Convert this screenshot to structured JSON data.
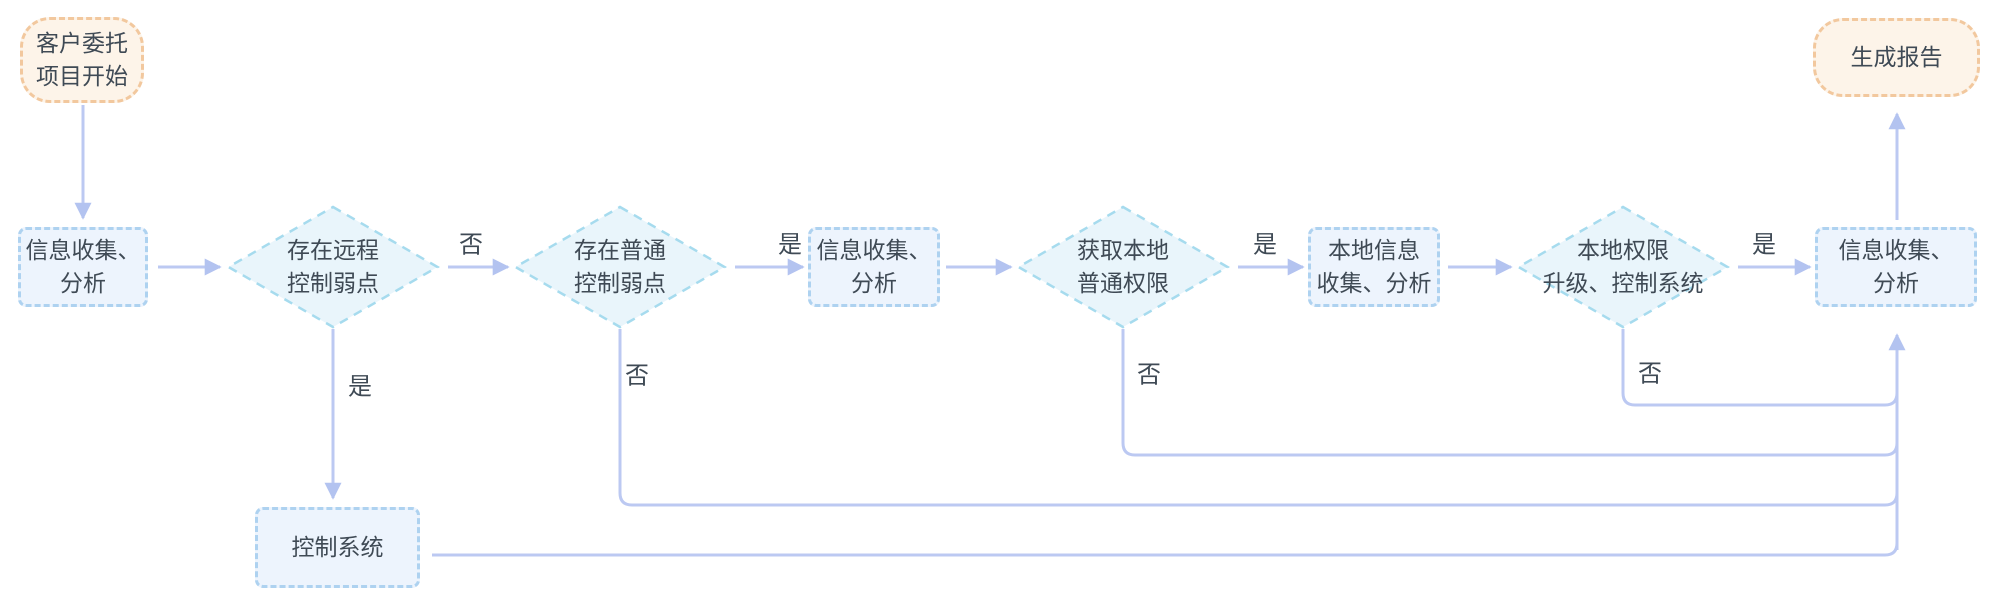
{
  "flowchart": {
    "nodes": {
      "start": {
        "type": "terminal",
        "label": "客户委托\n项目开始"
      },
      "collect1": {
        "type": "process",
        "label": "信息收集、\n分析"
      },
      "decision_remote": {
        "type": "decision",
        "label": "存在远程\n控制弱点"
      },
      "decision_common": {
        "type": "decision",
        "label": "存在普通\n控制弱点"
      },
      "collect2": {
        "type": "process",
        "label": "信息收集、\n分析"
      },
      "decision_local_priv": {
        "type": "decision",
        "label": "获取本地\n普通权限"
      },
      "local_collect": {
        "type": "process",
        "label": "本地信息\n收集、分析"
      },
      "decision_priv_esc": {
        "type": "decision",
        "label": "本地权限\n升级、控制系统"
      },
      "collect3": {
        "type": "process",
        "label": "信息收集、\n分析"
      },
      "report": {
        "type": "terminal",
        "label": "生成报告"
      },
      "control_system": {
        "type": "process",
        "label": "控制系统"
      }
    },
    "edge_labels": {
      "remote_no": "否",
      "remote_yes": "是",
      "common_yes": "是",
      "common_no": "否",
      "local_priv_yes": "是",
      "local_priv_no": "否",
      "priv_esc_yes": "是",
      "priv_esc_no": "否"
    },
    "colors": {
      "terminal_fill": "#fdf4e9",
      "terminal_border": "#f2c89e",
      "process_fill": "#edf4fd",
      "process_border": "#aed2f0",
      "decision_fill": "#e9f5fb",
      "decision_border": "#a6dbee",
      "connector": "#bcc9f2",
      "arrowhead": "#b3c3f0",
      "text": "#3f4a55"
    }
  }
}
